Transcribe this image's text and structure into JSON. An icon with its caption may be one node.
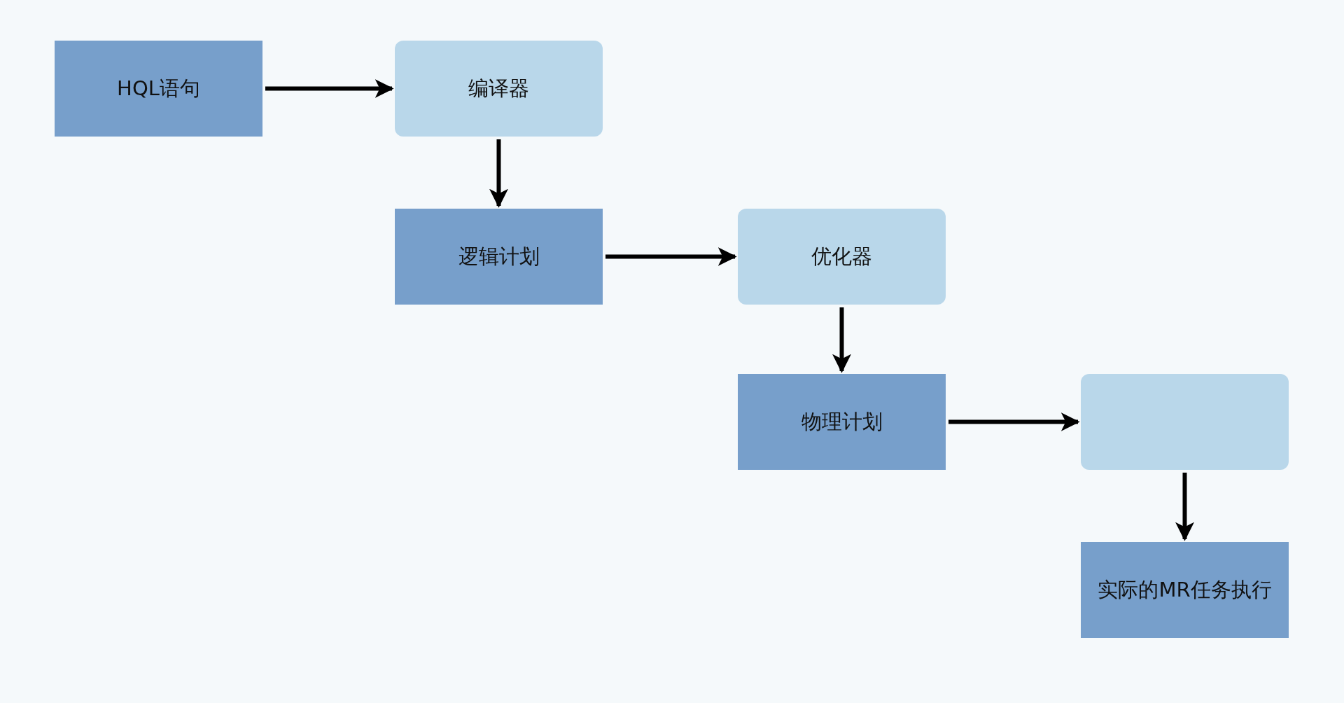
{
  "diagram": {
    "nodes": [
      {
        "text": [
          "HQL语句"
        ]
      },
      {
        "text": [
          "编译器"
        ]
      },
      {
        "text": [
          "逻辑计划"
        ]
      },
      {
        "text": [
          "优化器"
        ]
      },
      {
        "text": [
          "物理计划"
        ]
      },
      {
        "text": [],
        "shape": "box"
      },
      {
        "text": [
          "实际的MR任务执行"
        ]
      }
    ],
    "edges": [
      {
        "from": 0,
        "to": 1,
        "arrow": "to"
      },
      {
        "from": 1,
        "to": 2,
        "arrow": "to"
      },
      {
        "from": 2,
        "to": 3,
        "arrow": "to"
      },
      {
        "from": 3,
        "to": 4,
        "arrow": "to"
      },
      {
        "from": 4,
        "to": 5,
        "arrow": "to"
      },
      {
        "from": 5,
        "to": 6,
        "arrow": "to"
      }
    ]
  }
}
